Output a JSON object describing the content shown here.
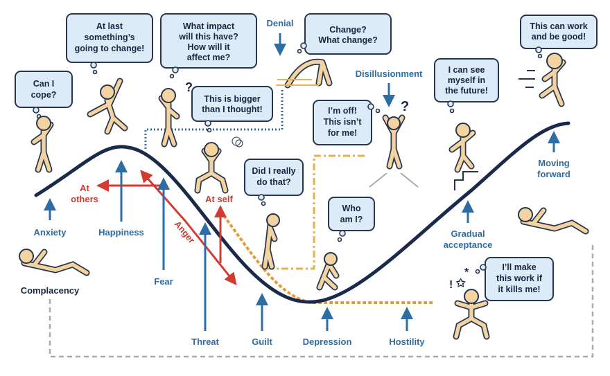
{
  "colors": {
    "curve": "#1a2a4a",
    "blue": "#2e6da4",
    "red": "#d33a32",
    "orange": "#e89a3c",
    "figure": "#f3d3a0",
    "bubble": "#dcebf7",
    "loop": "#aaaaaa"
  },
  "bubbles": {
    "can_i_cope": [
      "Can I",
      "cope?"
    ],
    "at_last": [
      "At last",
      "something’s",
      "going to change!"
    ],
    "what_impact": [
      "What impact",
      "will this have?",
      "How will it",
      "affect me?"
    ],
    "bigger": [
      "This is bigger",
      "than I thought!"
    ],
    "change": [
      "Change?",
      "What change?"
    ],
    "did_i": [
      "Did I really",
      "do that?"
    ],
    "im_off": [
      "I’m off!",
      "This isn’t",
      "for me!"
    ],
    "who_am_i": [
      "Who",
      "am I?"
    ],
    "see_future": [
      "I can see",
      "myself in",
      "the future!"
    ],
    "can_work": [
      "This can work",
      "and be good!"
    ],
    "make_work": [
      "I’ll make",
      "this work if",
      "it kills me!"
    ]
  },
  "stages": {
    "denial": "Denial",
    "disillusionment": "Disillusionment",
    "anxiety": "Anxiety",
    "happiness": "Happiness",
    "fear": "Fear",
    "threat": "Threat",
    "guilt": "Guilt",
    "depression": "Depression",
    "hostility": "Hostility",
    "gradual_acceptance": [
      "Gradual",
      "acceptance"
    ],
    "moving_forward": [
      "Moving",
      "forward"
    ],
    "complacency": "Complacency"
  },
  "anger": {
    "label": "Anger",
    "at_others": [
      "At",
      "others"
    ],
    "at_self": "At self"
  },
  "symbols": {
    "question": "?",
    "exclaim": "!",
    "star": "✩",
    "asterisk": "*"
  }
}
